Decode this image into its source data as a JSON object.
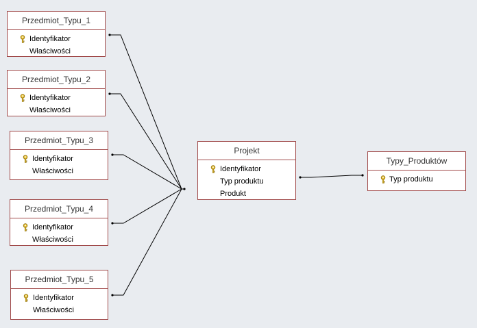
{
  "tables": {
    "t1": {
      "title": "Przedmiot_Typu_1",
      "fields": [
        "Identyfikator",
        "Właściwości"
      ]
    },
    "t2": {
      "title": "Przedmiot_Typu_2",
      "fields": [
        "Identyfikator",
        "Właściwości"
      ]
    },
    "t3": {
      "title": "Przedmiot_Typu_3",
      "fields": [
        "Identyfikator",
        "Właściwości"
      ]
    },
    "t4": {
      "title": "Przedmiot_Typu_4",
      "fields": [
        "Identyfikator",
        "Właściwości"
      ]
    },
    "t5": {
      "title": "Przedmiot_Typu_5",
      "fields": [
        "Identyfikator",
        "Właściwości"
      ]
    },
    "projekt": {
      "title": "Projekt",
      "fields": [
        "Identyfikator",
        "Typ produktu",
        "Produkt"
      ]
    },
    "typy": {
      "title": "Typy_Produktów",
      "fields": [
        "Typ produktu"
      ]
    }
  },
  "colors": {
    "background": "#e9ecf0",
    "table_border": "#a04848",
    "key_icon": "#d4a017",
    "link_line": "#000000"
  },
  "icons": {
    "primary_key": "key-icon"
  }
}
